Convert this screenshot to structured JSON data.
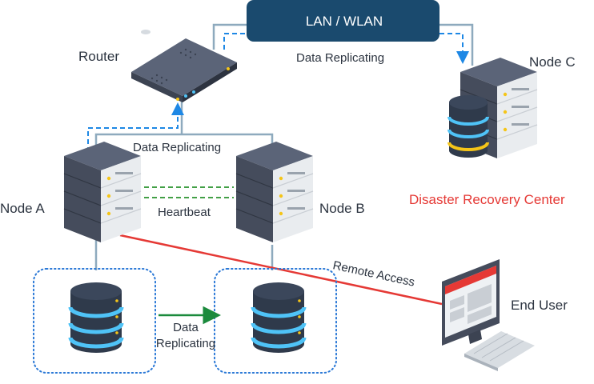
{
  "network": {
    "label": "LAN / WLAN"
  },
  "router": {
    "label": "Router"
  },
  "nodes": {
    "a": {
      "label": "Node A"
    },
    "b": {
      "label": "Node B"
    },
    "c": {
      "label": "Node C"
    }
  },
  "links": {
    "replicating_top": "Data Replicating",
    "replicating_mid": "Data Replicating",
    "heartbeat": "Heartbeat",
    "remote_access": "Remote Access",
    "storage_replicating_line1": "Data",
    "storage_replicating_line2": "Replicating"
  },
  "disaster_recovery": {
    "label": "Disaster Recovery Center",
    "color": "#e53935"
  },
  "end_user": {
    "label": "End User"
  },
  "colors": {
    "network_box": "#1a4a6e",
    "replication_arrow": "#1e88e5",
    "heartbeat_line": "#43a047",
    "remote_access_line": "#e53935",
    "storage_arrow": "#1b8a3c",
    "cable": "#8eaabe",
    "server_body": "#454c5c",
    "storage_ring": "#4fc3f7"
  },
  "icons": [
    "router-icon",
    "server-icon",
    "database-icon",
    "monitor-icon",
    "keyboard-icon"
  ]
}
